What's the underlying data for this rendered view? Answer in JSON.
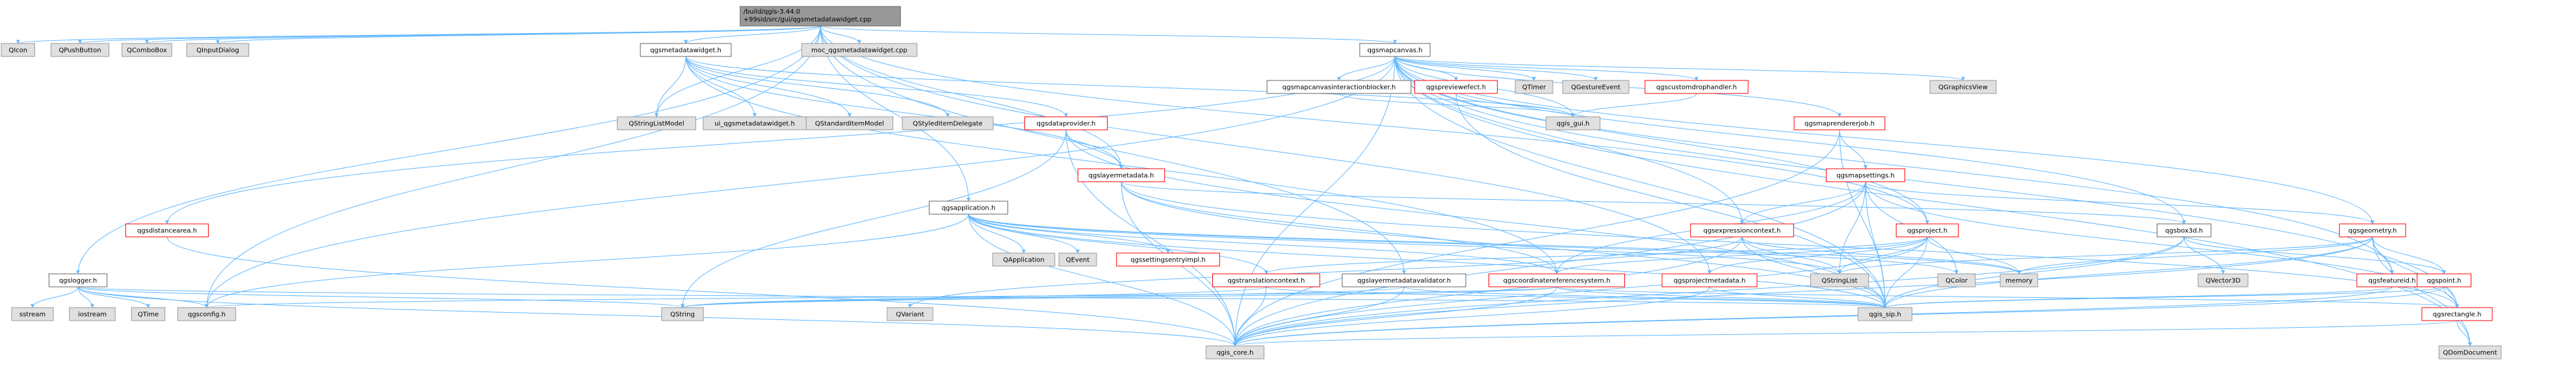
{
  "diagram": {
    "type": "include-dependency-graph",
    "root": "src/gui/qgsmetadatawidget.cpp",
    "nodes": [
      {
        "id": "root",
        "lines": [
          "/build/qgis-3.44.0",
          "+99sid/src/gui/qgsmetadatawidget.cpp"
        ],
        "style": "root"
      },
      {
        "id": "QIcon",
        "lines": [
          "QIcon"
        ],
        "style": "gray"
      },
      {
        "id": "QPushButton",
        "lines": [
          "QPushButton"
        ],
        "style": "gray"
      },
      {
        "id": "QComboBox",
        "lines": [
          "QComboBox"
        ],
        "style": "gray"
      },
      {
        "id": "QInputDialog",
        "lines": [
          "QInputDialog"
        ],
        "style": "gray"
      },
      {
        "id": "qgsmetadatawidget_h",
        "lines": [
          "qgsmetadatawidget.h"
        ],
        "style": "white"
      },
      {
        "id": "moc",
        "lines": [
          "moc_qgsmetadatawidget.cpp"
        ],
        "style": "gray"
      },
      {
        "id": "qgsmapcanvas_h",
        "lines": [
          "qgsmapcanvas.h"
        ],
        "style": "white"
      },
      {
        "id": "QStringListModel",
        "lines": [
          "QStringListModel"
        ],
        "style": "gray"
      },
      {
        "id": "ui_qgsmetadatawidget",
        "lines": [
          "ui_qgsmetadatawidget.h"
        ],
        "style": "gray"
      },
      {
        "id": "QStandardItemModel",
        "lines": [
          "QStandardItemModel"
        ],
        "style": "gray"
      },
      {
        "id": "QStyledItemDelegate",
        "lines": [
          "QStyledItemDelegate"
        ],
        "style": "gray"
      },
      {
        "id": "qgsdataprovider",
        "lines": [
          "qgsdataprovider.h"
        ],
        "style": "red"
      },
      {
        "id": "qgsmapcanvasinteractionblocker",
        "lines": [
          "qgsmapcanvasinteractionblocker.h"
        ],
        "style": "white"
      },
      {
        "id": "qgspreviewefect",
        "lines": [
          "qgspreviewefect.h"
        ],
        "style": "red"
      },
      {
        "id": "QTimer",
        "lines": [
          "QTimer"
        ],
        "style": "gray"
      },
      {
        "id": "QGestureEvent",
        "lines": [
          "QGestureEvent"
        ],
        "style": "gray"
      },
      {
        "id": "qgscustomdrophandler",
        "lines": [
          "qgscustomdrophandler.h"
        ],
        "style": "red"
      },
      {
        "id": "qgsmaprendererjob",
        "lines": [
          "qgsmaprendererjob.h"
        ],
        "style": "red"
      },
      {
        "id": "QGraphicsView",
        "lines": [
          "QGraphicsView"
        ],
        "style": "gray"
      },
      {
        "id": "qgsdistancearea",
        "lines": [
          "qgsdistancearea.h"
        ],
        "style": "red"
      },
      {
        "id": "qgslayermetadata",
        "lines": [
          "qgslayermetadata.h"
        ],
        "style": "red"
      },
      {
        "id": "qgis_gui",
        "lines": [
          "qgis_gui.h"
        ],
        "style": "gray"
      },
      {
        "id": "qgsmapsettings",
        "lines": [
          "qgsmapsettings.h"
        ],
        "style": "red"
      },
      {
        "id": "qgsapplication",
        "lines": [
          "qgsapplication.h"
        ],
        "style": "white"
      },
      {
        "id": "qgsexpressioncontext",
        "lines": [
          "qgsexpressioncontext.h"
        ],
        "style": "red"
      },
      {
        "id": "qgsproject",
        "lines": [
          "qgsproject.h"
        ],
        "style": "red"
      },
      {
        "id": "qgsbox3d",
        "lines": [
          "qgsbox3d.h"
        ],
        "style": "white"
      },
      {
        "id": "qgsgeometry",
        "lines": [
          "qgsgeometry.h"
        ],
        "style": "red"
      },
      {
        "id": "qgslogger",
        "lines": [
          "qgslogger.h"
        ],
        "style": "white"
      },
      {
        "id": "QApplication",
        "lines": [
          "QApplication"
        ],
        "style": "gray"
      },
      {
        "id": "QEvent",
        "lines": [
          "QEvent"
        ],
        "style": "gray"
      },
      {
        "id": "qgssettingsentryimpl",
        "lines": [
          "qgssettingsentryimpl.h"
        ],
        "style": "red"
      },
      {
        "id": "qgstranslationcontext",
        "lines": [
          "qgstranslationcontext.h"
        ],
        "style": "red"
      },
      {
        "id": "qgslayermetadatavalidator",
        "lines": [
          "qgslayermetadatavalidator.h"
        ],
        "style": "white"
      },
      {
        "id": "qgscoordinatereferencesystem",
        "lines": [
          "qgscoordinatereferencesystem.h"
        ],
        "style": "red"
      },
      {
        "id": "qgsprojectmetadata",
        "lines": [
          "qgsprojectmetadata.h"
        ],
        "style": "red"
      },
      {
        "id": "QStringList",
        "lines": [
          "QStringList"
        ],
        "style": "gray"
      },
      {
        "id": "QColor",
        "lines": [
          "QColor"
        ],
        "style": "gray"
      },
      {
        "id": "memory",
        "lines": [
          "memory"
        ],
        "style": "gray"
      },
      {
        "id": "QVector3D",
        "lines": [
          "QVector3D"
        ],
        "style": "gray"
      },
      {
        "id": "qgsfeatureid",
        "lines": [
          "qgsfeatureid.h"
        ],
        "style": "red"
      },
      {
        "id": "qgspoint",
        "lines": [
          "qgspoint.h"
        ],
        "style": "red"
      },
      {
        "id": "sstream",
        "lines": [
          "sstream"
        ],
        "style": "gray"
      },
      {
        "id": "iostream",
        "lines": [
          "iostream"
        ],
        "style": "gray"
      },
      {
        "id": "QTime",
        "lines": [
          "QTime"
        ],
        "style": "gray"
      },
      {
        "id": "qgsconfig",
        "lines": [
          "qgsconfig.h"
        ],
        "style": "gray"
      },
      {
        "id": "QString",
        "lines": [
          "QString"
        ],
        "style": "gray"
      },
      {
        "id": "QVariant",
        "lines": [
          "QVariant"
        ],
        "style": "gray"
      },
      {
        "id": "qgis_sip",
        "lines": [
          "qgis_sip.h"
        ],
        "style": "gray"
      },
      {
        "id": "qgsrectangle",
        "lines": [
          "qgsrectangle.h"
        ],
        "style": "red"
      },
      {
        "id": "qgis_core",
        "lines": [
          "qgis_core.h"
        ],
        "style": "gray"
      },
      {
        "id": "QDomDocument",
        "lines": [
          "QDomDocument"
        ],
        "style": "gray"
      }
    ],
    "edges": [
      [
        "root",
        "QIcon"
      ],
      [
        "root",
        "QPushButton"
      ],
      [
        "root",
        "QComboBox"
      ],
      [
        "root",
        "QInputDialog"
      ],
      [
        "root",
        "qgsmetadatawidget_h"
      ],
      [
        "root",
        "moc"
      ],
      [
        "root",
        "qgsmapcanvas_h"
      ],
      [
        "root",
        "QStringListModel"
      ],
      [
        "root",
        "qgslogger"
      ],
      [
        "root",
        "qgsapplication"
      ],
      [
        "root",
        "qgslayermetadatavalidator"
      ],
      [
        "root",
        "qgsproject"
      ],
      [
        "root",
        "qgsprojectmetadata"
      ],
      [
        "root",
        "qgsconfig"
      ],
      [
        "root",
        "qgslayermetadata"
      ],
      [
        "qgsmetadatawidget_h",
        "QStringListModel"
      ],
      [
        "qgsmetadatawidget_h",
        "ui_qgsmetadatawidget"
      ],
      [
        "qgsmetadatawidget_h",
        "QStandardItemModel"
      ],
      [
        "qgsmetadatawidget_h",
        "QStyledItemDelegate"
      ],
      [
        "qgsmetadatawidget_h",
        "qgsdataprovider"
      ],
      [
        "qgsmetadatawidget_h",
        "qgis_gui"
      ],
      [
        "qgsmetadatawidget_h",
        "qgscoordinatereferencesystem"
      ],
      [
        "qgsmetadatawidget_h",
        "qgslayermetadata"
      ],
      [
        "qgsmapcanvas_h",
        "qgsmapcanvasinteractionblocker"
      ],
      [
        "qgsmapcanvas_h",
        "qgspreviewefect"
      ],
      [
        "qgsmapcanvas_h",
        "QTimer"
      ],
      [
        "qgsmapcanvas_h",
        "QGestureEvent"
      ],
      [
        "qgsmapcanvas_h",
        "qgscustomdrophandler"
      ],
      [
        "qgsmapcanvas_h",
        "qgsmaprendererjob"
      ],
      [
        "qgsmapcanvas_h",
        "QGraphicsView"
      ],
      [
        "qgsmapcanvas_h",
        "qgis_gui"
      ],
      [
        "qgsmapcanvas_h",
        "qgsdistancearea"
      ],
      [
        "qgsmapcanvas_h",
        "qgsexpressioncontext"
      ],
      [
        "qgsmapcanvas_h",
        "qgsproject"
      ],
      [
        "qgsmapcanvas_h",
        "qgsbox3d"
      ],
      [
        "qgsmapcanvas_h",
        "qgsgeometry"
      ],
      [
        "qgsmapcanvas_h",
        "qgsfeatureid"
      ],
      [
        "qgsmapcanvas_h",
        "qgsrectangle"
      ],
      [
        "qgsmapcanvas_h",
        "QDomDocument"
      ],
      [
        "qgsmapcanvas_h",
        "qgsconfig"
      ],
      [
        "qgsmapcanvas_h",
        "qgis_core"
      ],
      [
        "qgsmapcanvas_h",
        "qgis_sip"
      ],
      [
        "qgsdataprovider",
        "qgslayermetadata"
      ],
      [
        "qgsdataprovider",
        "qgis_core"
      ],
      [
        "qgsdataprovider",
        "QString"
      ],
      [
        "qgsdataprovider",
        "qgis_sip"
      ],
      [
        "qgspreviewefect",
        "qgis_gui"
      ],
      [
        "qgspreviewefect",
        "qgis_sip"
      ],
      [
        "qgsmapcanvasinteractionblocker",
        "qgis_gui"
      ],
      [
        "qgscustomdrophandler",
        "qgis_gui"
      ],
      [
        "qgsmaprendererjob",
        "qgsmapsettings"
      ],
      [
        "qgsmaprendererjob",
        "qgis_core"
      ],
      [
        "qgsmaprendererjob",
        "qgis_sip"
      ],
      [
        "qgsdistancearea",
        "qgis_core"
      ],
      [
        "qgslayermetadata",
        "qgscoordinatereferencesystem"
      ],
      [
        "qgslayermetadata",
        "qgis_core"
      ],
      [
        "qgslayermetadata",
        "qgis_sip"
      ],
      [
        "qgslayermetadata",
        "qgsbox3d"
      ],
      [
        "qgslayermetadata",
        "qgsrectangle"
      ],
      [
        "qgsmapsettings",
        "qgsexpressioncontext"
      ],
      [
        "qgsmapsettings",
        "qgsgeometry"
      ],
      [
        "qgsmapsettings",
        "qgsrectangle"
      ],
      [
        "qgsmapsettings",
        "qgscoordinatereferencesystem"
      ],
      [
        "qgsmapsettings",
        "QColor"
      ],
      [
        "qgsmapsettings",
        "qgis_core"
      ],
      [
        "qgsmapsettings",
        "qgis_sip"
      ],
      [
        "qgsmapsettings",
        "QStringList"
      ],
      [
        "qgsapplication",
        "QApplication"
      ],
      [
        "qgsapplication",
        "QEvent"
      ],
      [
        "qgsapplication",
        "qgssettingsentryimpl"
      ],
      [
        "qgsapplication",
        "qgstranslationcontext"
      ],
      [
        "qgsapplication",
        "qgscoordinatereferencesystem"
      ],
      [
        "qgsapplication",
        "QStringList"
      ],
      [
        "qgsapplication",
        "QColor"
      ],
      [
        "qgsapplication",
        "memory"
      ],
      [
        "qgsapplication",
        "qgsconfig"
      ],
      [
        "qgsapplication",
        "qgis_core"
      ],
      [
        "qgsapplication",
        "qgis_sip"
      ],
      [
        "qgsexpressioncontext",
        "QStringList"
      ],
      [
        "qgsexpressioncontext",
        "QVariant"
      ],
      [
        "qgsexpressioncontext",
        "qgis_core"
      ],
      [
        "qgsexpressioncontext",
        "qgis_sip"
      ],
      [
        "qgsexpressioncontext",
        "memory"
      ],
      [
        "qgsproject",
        "qgsprojectmetadata"
      ],
      [
        "qgsproject",
        "qgscoordinatereferencesystem"
      ],
      [
        "qgsproject",
        "qgis_core"
      ],
      [
        "qgsproject",
        "qgis_sip"
      ],
      [
        "qgsproject",
        "QStringList"
      ],
      [
        "qgsproject",
        "memory"
      ],
      [
        "qgsproject",
        "qgstranslationcontext"
      ],
      [
        "qgsbox3d",
        "QVector3D"
      ],
      [
        "qgsbox3d",
        "qgspoint"
      ],
      [
        "qgsbox3d",
        "qgis_core"
      ],
      [
        "qgsbox3d",
        "qgis_sip"
      ],
      [
        "qgsgeometry",
        "qgsfeatureid"
      ],
      [
        "qgsgeometry",
        "qgspoint"
      ],
      [
        "qgsgeometry",
        "qgsrectangle"
      ],
      [
        "qgsgeometry",
        "memory"
      ],
      [
        "qgsgeometry",
        "QDomDocument"
      ],
      [
        "qgsgeometry",
        "qgis_core"
      ],
      [
        "qgsgeometry",
        "qgis_sip"
      ],
      [
        "qgsgeometry",
        "QStringList"
      ],
      [
        "qgslogger",
        "sstream"
      ],
      [
        "qgslogger",
        "iostream"
      ],
      [
        "qgslogger",
        "QTime"
      ],
      [
        "qgslogger",
        "qgsconfig"
      ],
      [
        "qgslogger",
        "qgis_core"
      ],
      [
        "qgslogger",
        "qgis_sip"
      ],
      [
        "qgslogger",
        "QString"
      ],
      [
        "qgstranslationcontext",
        "QString"
      ],
      [
        "qgstranslationcontext",
        "qgis_core"
      ],
      [
        "qgstranslationcontext",
        "qgis_sip"
      ],
      [
        "qgslayermetadatavalidator",
        "QString"
      ],
      [
        "qgslayermetadatavalidator",
        "qgis_core"
      ],
      [
        "qgslayermetadatavalidator",
        "qgis_sip"
      ],
      [
        "qgscoordinatereferencesystem",
        "QString"
      ],
      [
        "qgscoordinatereferencesystem",
        "qgis_core"
      ],
      [
        "qgscoordinatereferencesystem",
        "qgis_sip"
      ],
      [
        "qgscoordinatereferencesystem",
        "qgsconfig"
      ],
      [
        "qgscoordinatereferencesystem",
        "qgsrectangle"
      ],
      [
        "qgsprojectmetadata",
        "qgis_core"
      ],
      [
        "qgsprojectmetadata",
        "qgis_sip"
      ],
      [
        "qgsfeatureid",
        "qgis_sip"
      ],
      [
        "qgsfeatureid",
        "qgis_core"
      ],
      [
        "qgspoint",
        "qgis_core"
      ],
      [
        "qgspoint",
        "qgis_sip"
      ],
      [
        "qgspoint",
        "qgsrectangle"
      ],
      [
        "qgsrectangle",
        "qgis_core"
      ],
      [
        "qgsrectangle",
        "QDomDocument"
      ]
    ]
  },
  "colors": {
    "root_fill": "#999999",
    "gray_fill": "#e0e0e0",
    "gray_stroke": "#999999",
    "white_fill": "#ffffff",
    "white_stroke": "#666666",
    "red_stroke": "#ff0000",
    "edge": "#63b8ff",
    "text": "#000000"
  }
}
